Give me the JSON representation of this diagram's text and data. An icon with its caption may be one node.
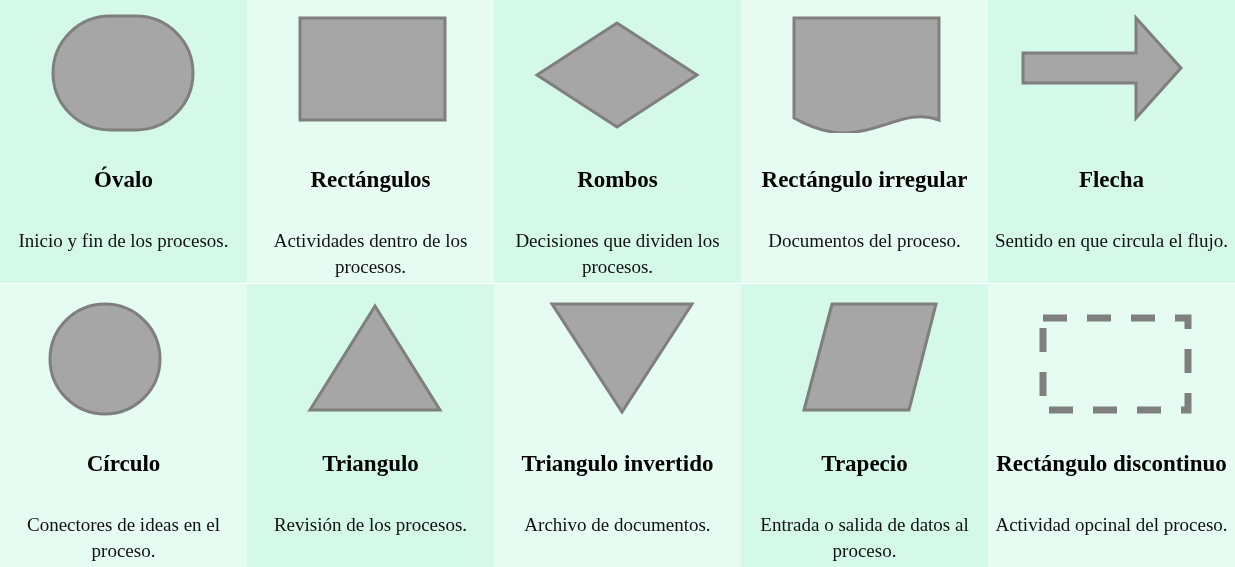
{
  "diagram": {
    "nodes": [
      {
        "text": [
          "Óvalo",
          "Inicio y fin de los procesos."
        ]
      },
      {
        "text": [
          "Rectángulos",
          "Actividades dentro de los procesos."
        ]
      },
      {
        "text": [
          "Rombos",
          "Decisiones que dividen los procesos."
        ]
      },
      {
        "text": [
          "Rectángulo irregular",
          "Documentos del proceso."
        ]
      },
      {
        "text": [
          "Flecha",
          "Sentido en que circula el flujo."
        ]
      },
      {
        "text": [
          "Círculo",
          "Conectores de ideas en el proceso."
        ]
      },
      {
        "text": [
          "Triangulo",
          "Revisión de los procesos."
        ]
      },
      {
        "text": [
          "Triangulo invertido",
          "Archivo de documentos."
        ]
      },
      {
        "text": [
          "Trapecio",
          "Entrada o salida de datos al proceso."
        ]
      },
      {
        "text": [
          "Rectángulo discontinuo",
          "Actividad opcinal del proceso."
        ]
      }
    ]
  }
}
